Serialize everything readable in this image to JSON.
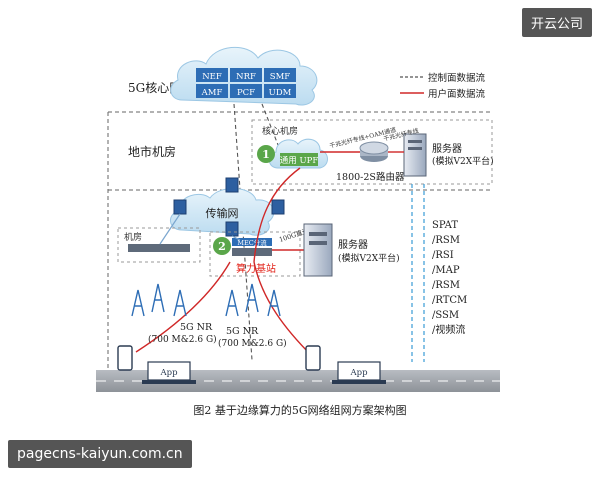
{
  "watermarks": {
    "top": "开云公司",
    "bottom": "pagecns-kaiyun.com.cn"
  },
  "regions": {
    "core": "5G核心网",
    "metro": "地市机房"
  },
  "legend": {
    "control": "控制面数据流",
    "user": "用户面数据流"
  },
  "core_functions": [
    "NEF",
    "NRF",
    "SMF",
    "AMF",
    "PCF",
    "UDM"
  ],
  "core_room": {
    "label": "核心机房",
    "upf": "通用 UPF",
    "router": "1800-2S路由器",
    "link1": "千兆光纤专线+OAM通道",
    "link2": "千兆光纤专线"
  },
  "transport": {
    "label": "传输网"
  },
  "edge": {
    "room": "机房",
    "upf": "MEC分流",
    "link": "100G直连",
    "base_station": "算力基站"
  },
  "servers": {
    "top": {
      "line1": "服务器",
      "line2": "(模拟V2X平台)"
    },
    "mid": {
      "line1": "服务器",
      "line2": "(模拟V2X平台)"
    }
  },
  "markers": [
    "1",
    "2"
  ],
  "radio": [
    {
      "line1": "5G NR",
      "line2": "(700 M&2.6 G)"
    },
    {
      "line1": "5G NR",
      "line2": "(700 M&2.6 G)"
    }
  ],
  "messages": [
    "SPAT",
    "/RSM",
    "/RSI",
    "/MAP",
    "/RSM",
    "/RTCM",
    "/SSM",
    "/视频流"
  ],
  "app": {
    "left": "App",
    "right": "App"
  },
  "caption": "图2   基于边缘算力的5G网络组网方案架构图",
  "colors": {
    "cloud": "#cfe7f6",
    "core_box": "#2d6db5",
    "green": "#5aa64a",
    "user_flow": "#d02828",
    "control_flow": "#555555",
    "accent": "#e2231a"
  }
}
